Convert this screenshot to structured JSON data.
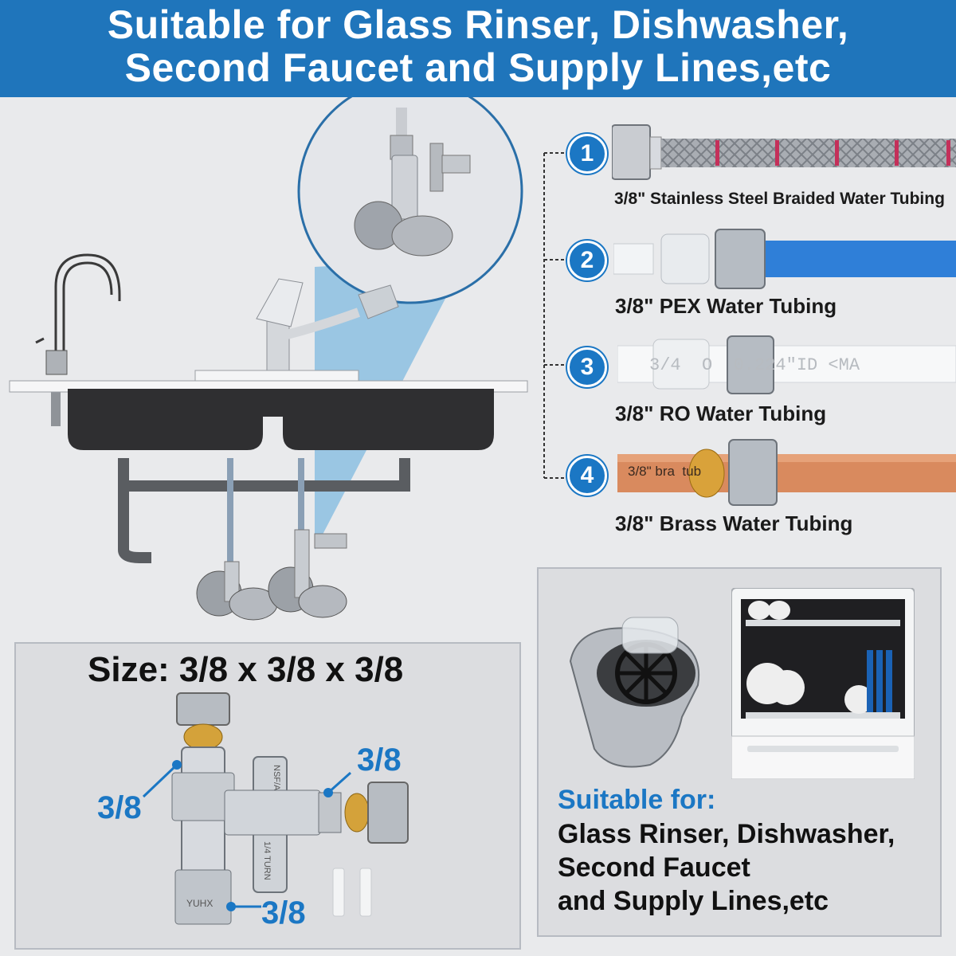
{
  "banner": {
    "line1": "Suitable for Glass Rinser, Dishwasher,",
    "line2": "Second Faucet and Supply Lines,etc"
  },
  "tubes": [
    {
      "number": "1",
      "label": "3/8\" Stainless Steel Braided Water Tubing"
    },
    {
      "number": "2",
      "label": "3/8\" PEX Water Tubing"
    },
    {
      "number": "3",
      "label": "3/8\" RO Water Tubing",
      "print": "3/4  O  0.224\"ID <MA"
    },
    {
      "number": "4",
      "label": "3/8\" Brass Water Tubing",
      "print": "3/8\" bra  tub"
    }
  ],
  "valve_markings": {
    "brand": "YUHX",
    "stamp": "NSF/ANSI 61",
    "turn": "1/4 TURN"
  },
  "size_panel": {
    "title": "Size: 3/8 x 3/8 x 3/8",
    "measure_left": "3/8",
    "measure_right": "3/8",
    "measure_bottom": "3/8"
  },
  "suitable_panel": {
    "heading": "Suitable for:",
    "lines": [
      "Glass Rinser, Dishwasher,",
      "Second Faucet",
      "and Supply Lines,etc"
    ]
  },
  "colors": {
    "accent": "#1f75bb",
    "pex_blue": "#2f7fd8",
    "copper": "#d98a5e"
  }
}
